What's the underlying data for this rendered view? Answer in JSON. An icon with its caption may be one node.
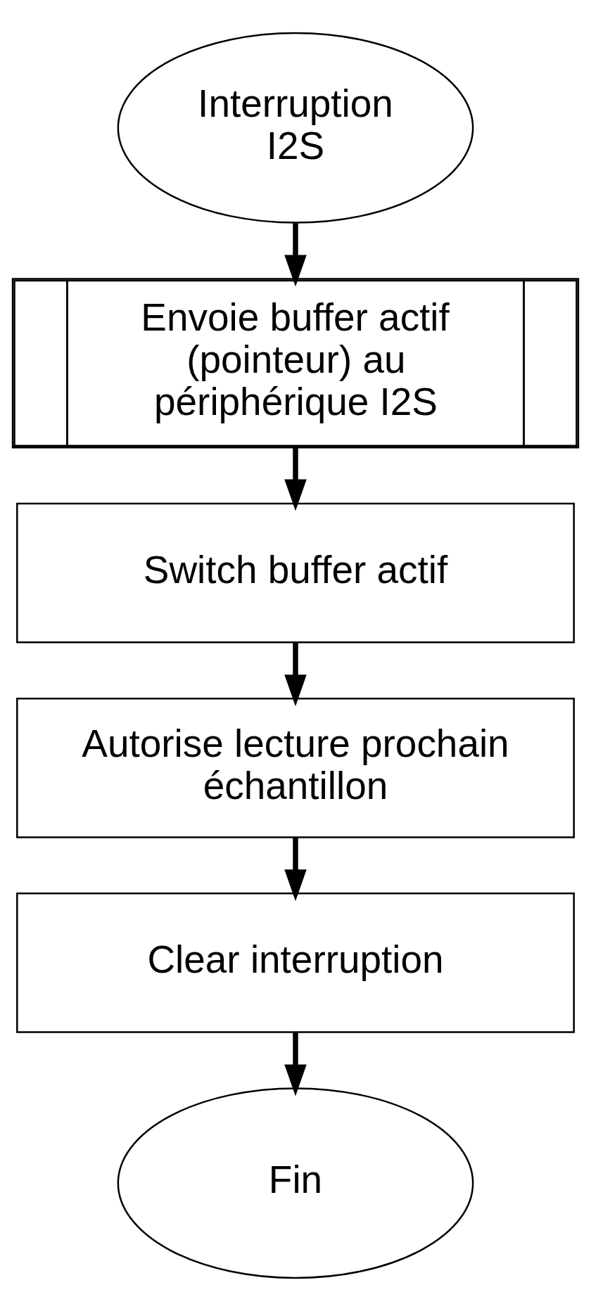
{
  "diagram": {
    "nodes": [
      {
        "text": [
          "Interruption I2S"
        ]
      },
      {
        "text": [
          "Envoie buffer actif (pointeur) au périphérique I2S"
        ]
      },
      {
        "text": [
          "Switch buffer actif"
        ]
      },
      {
        "text": [
          "Autorise lecture prochain échantillon"
        ]
      },
      {
        "text": [
          "Clear interruption"
        ]
      },
      {
        "text": [
          "Fin"
        ]
      }
    ],
    "edges": [
      {
        "from": 0,
        "to": 1,
        "arrow": "to"
      },
      {
        "from": 1,
        "to": 2,
        "arrow": "to"
      },
      {
        "from": 2,
        "to": 3,
        "arrow": "to"
      },
      {
        "from": 3,
        "to": 4,
        "arrow": "to"
      },
      {
        "from": 4,
        "to": 5,
        "arrow": "to"
      }
    ]
  }
}
